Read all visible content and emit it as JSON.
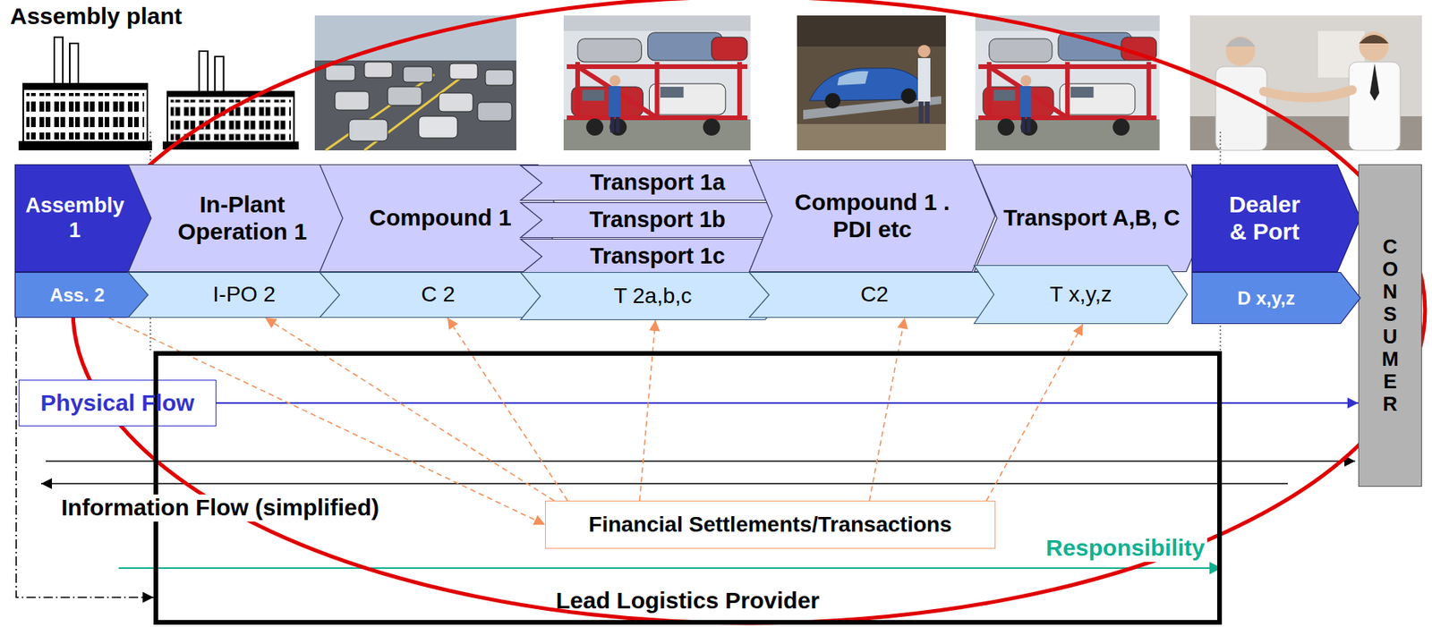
{
  "diagram": {
    "nodes": [
      {
        "text": [
          "Assembly 1"
        ]
      },
      {
        "text": [
          "In-Plant Operation 1"
        ]
      },
      {
        "text": [
          "Compound 1"
        ]
      },
      {
        "text": [
          "Transport 1a"
        ]
      },
      {
        "text": [
          "Transport 1b"
        ]
      },
      {
        "text": [
          "Transport 1c"
        ]
      },
      {
        "text": [
          "Compound 1 . PDI etc"
        ]
      },
      {
        "text": [
          "Transport A,B, C"
        ]
      },
      {
        "text": [
          "Dealer & Port"
        ]
      },
      {
        "text": [
          "CONSUMER"
        ]
      },
      {
        "text": [
          "Ass. 2"
        ]
      },
      {
        "text": [
          "I-PO 2"
        ]
      },
      {
        "text": [
          "C 2"
        ]
      },
      {
        "text": [
          "T 2a,b,c"
        ]
      },
      {
        "text": [
          "C2"
        ]
      },
      {
        "text": [
          "T x,y,z"
        ]
      },
      {
        "text": [
          "D x,y,z"
        ]
      },
      {
        "text": [
          "Physical Flow"
        ]
      },
      {
        "text": [
          "Lead Logistics Provider"
        ]
      },
      {
        "text": [
          "Financial Settlements/Transactions"
        ],
        "in": 18
      }
    ],
    "edges": [
      {
        "from": 17,
        "to": 9,
        "arrow": "to"
      },
      {
        "from": 10,
        "to": 18,
        "arrow": "to"
      },
      {
        "from": 10,
        "to": 19,
        "arrow": "to"
      },
      {
        "from": 19,
        "to": 11,
        "arrow": "to"
      },
      {
        "from": 19,
        "to": 12,
        "arrow": "to"
      },
      {
        "from": 19,
        "to": 13,
        "arrow": "to"
      },
      {
        "from": 19,
        "to": 14,
        "arrow": "to"
      },
      {
        "from": 19,
        "to": 15,
        "arrow": "to"
      }
    ],
    "labels": [
      "Assembly plant",
      "Information Flow (simplified)",
      "Responsibility"
    ]
  }
}
